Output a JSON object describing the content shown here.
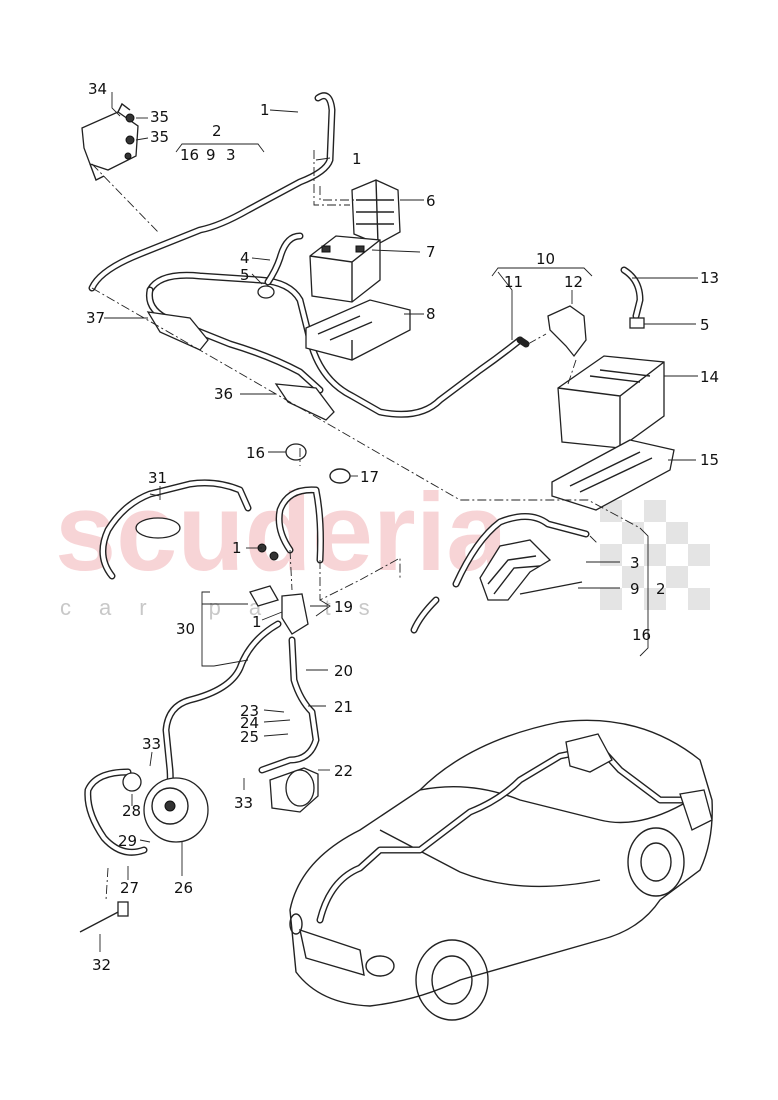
{
  "watermark": {
    "brand": "scuderia",
    "tagline": "car parts"
  },
  "callouts": [
    {
      "id": "c34a",
      "text": "34"
    },
    {
      "id": "c35a",
      "text": "35"
    },
    {
      "id": "c35b",
      "text": "35"
    },
    {
      "id": "c2a",
      "text": "2"
    },
    {
      "id": "c16a",
      "text": "16"
    },
    {
      "id": "c9a",
      "text": "9"
    },
    {
      "id": "c3a",
      "text": "3"
    },
    {
      "id": "c1a",
      "text": "1"
    },
    {
      "id": "c1b",
      "text": "1"
    },
    {
      "id": "c6",
      "text": "6"
    },
    {
      "id": "c7",
      "text": "7"
    },
    {
      "id": "c4",
      "text": "4"
    },
    {
      "id": "c5a",
      "text": "5"
    },
    {
      "id": "c8",
      "text": "8"
    },
    {
      "id": "c37",
      "text": "37"
    },
    {
      "id": "c10",
      "text": "10"
    },
    {
      "id": "c11",
      "text": "11"
    },
    {
      "id": "c12",
      "text": "12"
    },
    {
      "id": "c13",
      "text": "13"
    },
    {
      "id": "c5b",
      "text": "5"
    },
    {
      "id": "c14",
      "text": "14"
    },
    {
      "id": "c36",
      "text": "36"
    },
    {
      "id": "c15",
      "text": "15"
    },
    {
      "id": "c16b",
      "text": "16"
    },
    {
      "id": "c17",
      "text": "17"
    },
    {
      "id": "c31",
      "text": "31"
    },
    {
      "id": "c1c",
      "text": "1"
    },
    {
      "id": "c3b",
      "text": "3"
    },
    {
      "id": "c9b",
      "text": "9"
    },
    {
      "id": "c2b",
      "text": "2"
    },
    {
      "id": "c19",
      "text": "19"
    },
    {
      "id": "c30",
      "text": "30"
    },
    {
      "id": "c1d",
      "text": "1"
    },
    {
      "id": "c16c",
      "text": "16"
    },
    {
      "id": "c20",
      "text": "20"
    },
    {
      "id": "c21",
      "text": "21"
    },
    {
      "id": "c23",
      "text": "23"
    },
    {
      "id": "c24",
      "text": "24"
    },
    {
      "id": "c25",
      "text": "25"
    },
    {
      "id": "c33a",
      "text": "33"
    },
    {
      "id": "c22",
      "text": "22"
    },
    {
      "id": "c33b",
      "text": "33"
    },
    {
      "id": "c28",
      "text": "28"
    },
    {
      "id": "c29",
      "text": "29"
    },
    {
      "id": "c26",
      "text": "26"
    },
    {
      "id": "c27",
      "text": "27"
    },
    {
      "id": "c32",
      "text": "32"
    }
  ]
}
